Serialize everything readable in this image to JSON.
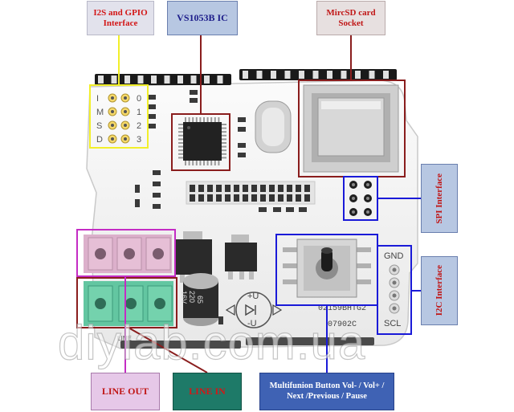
{
  "labels": {
    "i2s_gpio": "I2S and GPIO Interface",
    "vs1053b": "VS1053B IC",
    "microsd": "MircSD card Socket",
    "spi": "SPI Interface",
    "i2c": "I2C Interface",
    "line_out": "LINE OUT",
    "line_in": "LINE IN",
    "multifunction": "Multifunion Button Vol- / Vol+ / Next /Previous / Pause"
  },
  "board_text": {
    "header_letters": [
      "I",
      "M",
      "S",
      "D"
    ],
    "header_numbers": [
      "0",
      "1",
      "2",
      "3"
    ],
    "cap_line1": "65",
    "cap_line2": "220",
    "cap_line3": "16V",
    "vol_plus": "+U",
    "vol_minus": "-U",
    "chip_code1": "02159BHTG2",
    "chip_code2": "07902C",
    "i2c_gnd": "GND",
    "i2c_scl": "SCL",
    "line_small": "LINE"
  },
  "watermark": "diylab.com.ua",
  "colors": {
    "board": "#f4f4f4",
    "header_pins": "#1a1a1a",
    "box_yellow": "#f2ef2a",
    "box_darkred": "#8a1d1d",
    "box_magenta": "#c42cc4",
    "box_blue": "#1a1ad8",
    "line_out_jack": "#d9a5c6",
    "line_in_jack": "#5fc5a0"
  }
}
